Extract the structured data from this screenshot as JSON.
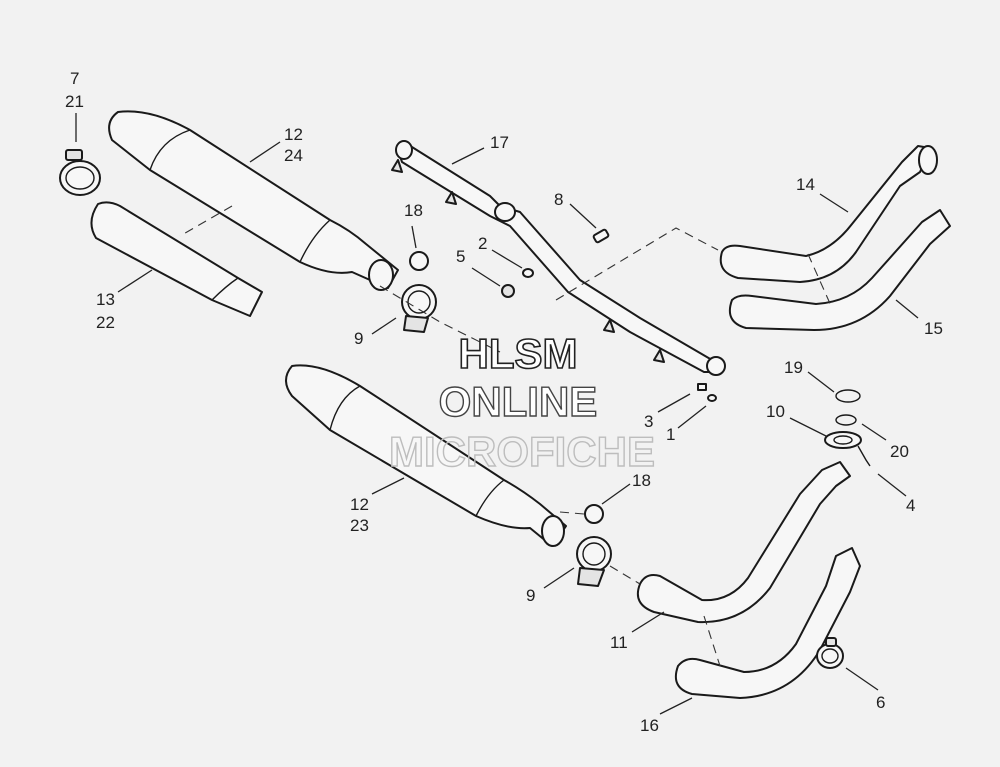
{
  "watermark": {
    "line1": "HLSM",
    "line2": "ONLINE",
    "line3": "MICROFICHE"
  },
  "callouts": {
    "c7": "7",
    "c21": "21",
    "c12a": "12",
    "c24": "24",
    "c17": "17",
    "c8": "8",
    "c18a": "18",
    "c2": "2",
    "c5": "5",
    "c14": "14",
    "c13": "13",
    "c22": "22",
    "c9a": "9",
    "c15": "15",
    "c19": "19",
    "c10": "10",
    "c20": "20",
    "c3": "3",
    "c1": "1",
    "c4": "4",
    "c12b": "12",
    "c23": "23",
    "c18b": "18",
    "c9b": "9",
    "c11": "11",
    "c16": "16",
    "c6": "6"
  }
}
